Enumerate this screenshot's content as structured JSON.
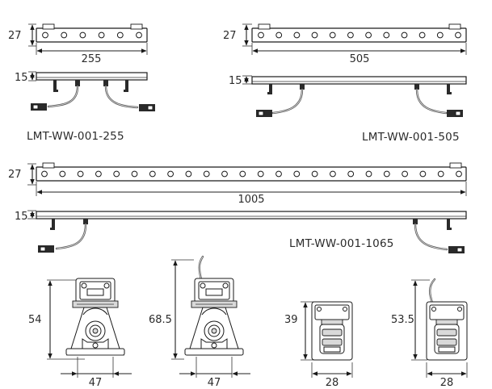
{
  "models": {
    "m255": "LMT-WW-001-255",
    "m505": "LMT-WW-001-505",
    "m1065": "LMT-WW-001-1065"
  },
  "dimensions": {
    "height_bar": "27",
    "height_side": "15",
    "length_255": "255",
    "length_505": "505",
    "length_1005": "1005",
    "bracket_a_height": "54",
    "bracket_b_height": "68.5",
    "bracket_c_height": "39",
    "bracket_d_height": "53.5",
    "bracket_a_width": "47",
    "bracket_b_width": "47",
    "bracket_c_width": "28",
    "bracket_d_width": "28"
  },
  "led_counts": {
    "bar_255": 6,
    "bar_505": 12,
    "bar_1005": 24
  }
}
